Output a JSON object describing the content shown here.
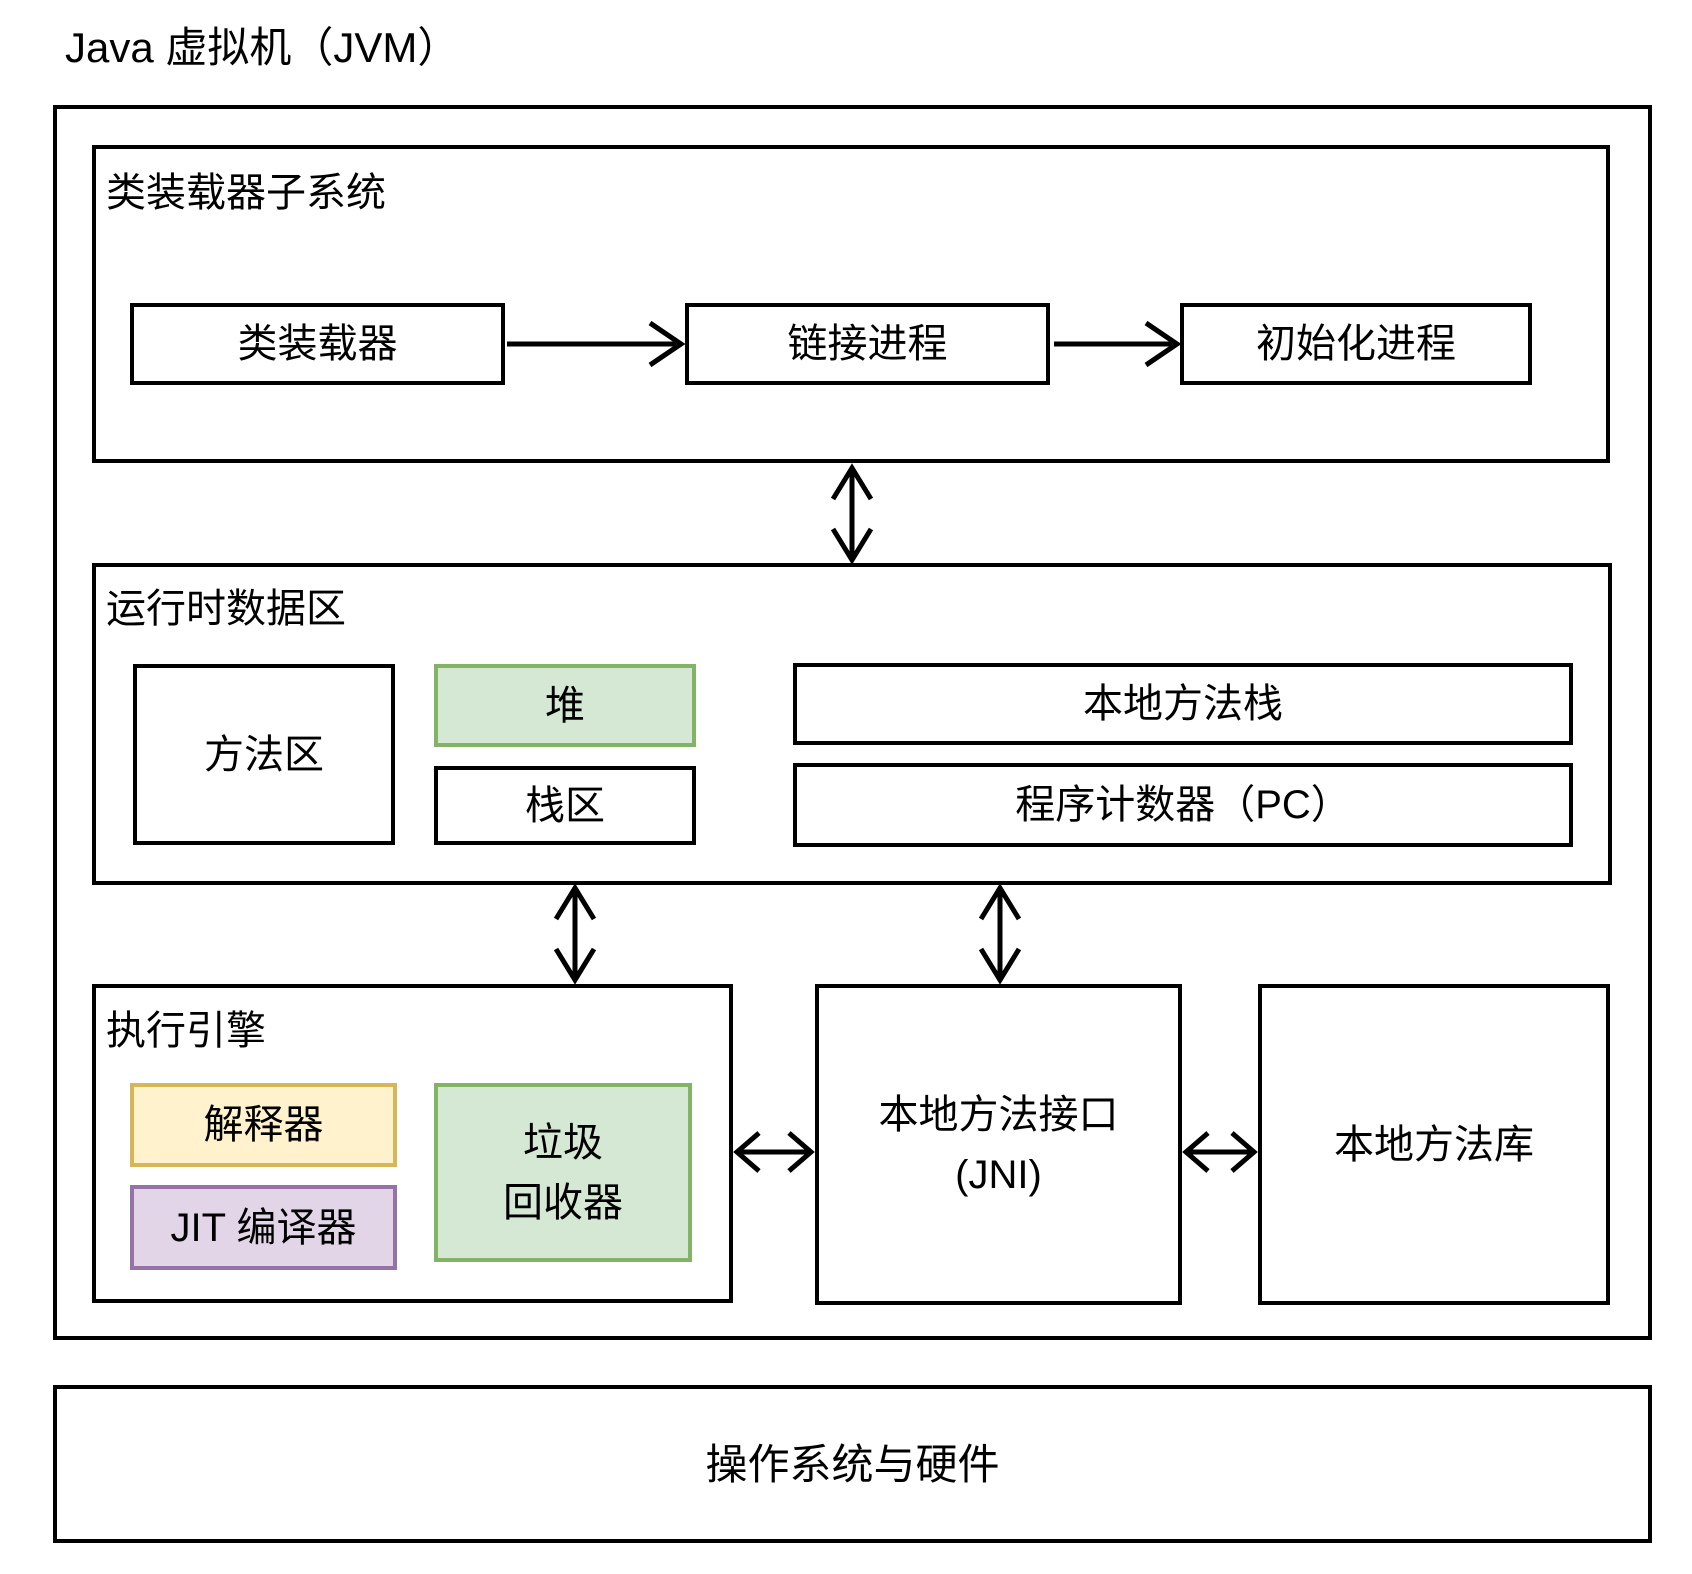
{
  "title": "Java 虚拟机（JVM）",
  "class_loader_subsystem": {
    "label": "类装载器子系统",
    "steps": [
      "类装载器",
      "链接进程",
      "初始化进程"
    ]
  },
  "runtime_data_area": {
    "label": "运行时数据区",
    "method_area": "方法区",
    "heap": "堆",
    "stack_area": "栈区",
    "native_method_stacks": "本地方法栈",
    "program_counter": "程序计数器（PC）"
  },
  "execution_engine": {
    "label": "执行引擎",
    "interpreter": "解释器",
    "jit_compiler": "JIT 编译器",
    "garbage_collector": [
      "垃圾",
      "回收器"
    ]
  },
  "jni": [
    "本地方法接口",
    "(JNI)"
  ],
  "native_method_library": "本地方法库",
  "os_hardware": "操作系统与硬件",
  "colors": {
    "green_fill": "#d5e8d4",
    "green_border": "#82b366",
    "yellow_fill": "#fff2cc",
    "yellow_border": "#d6b656",
    "purple_fill": "#e1d5e7",
    "purple_border": "#9673a6",
    "line": "#000000",
    "background": "#ffffff"
  }
}
